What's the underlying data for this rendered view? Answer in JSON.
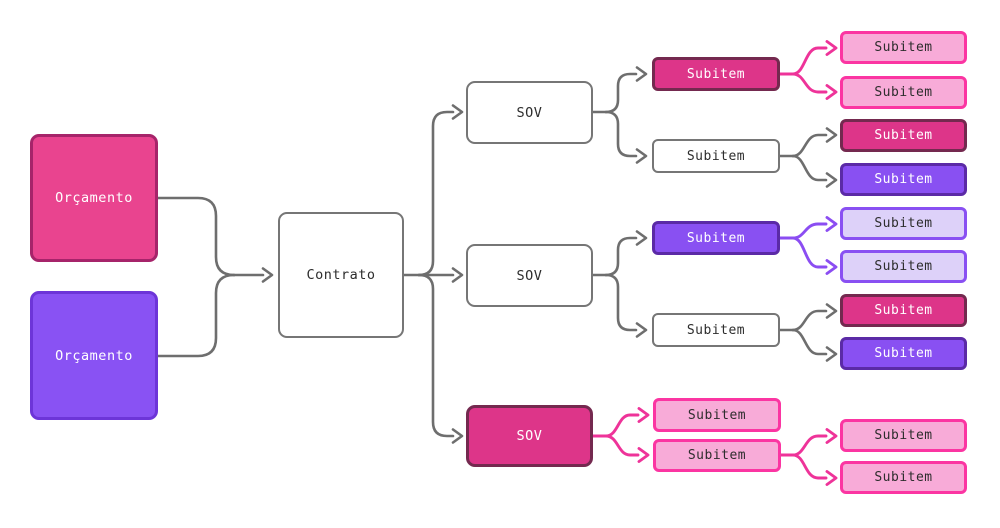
{
  "diagram": {
    "palette": {
      "magenta_fill": "#e9448f",
      "magenta_border_dark": "#a6246a",
      "magenta_small_fill": "#dd3589",
      "magenta_small_border": "#74294f",
      "purple_fill": "#8950f2",
      "purple_border_dark": "#5b2aa6",
      "pink_light_fill": "#f8abd8",
      "pink_light_border": "#fb35a2",
      "lavender_fill": "#ddd1f9",
      "lavender_border": "#8950f2",
      "white_fill": "#ffffff",
      "gray_border": "#767676",
      "edge_gray": "#6e6e6e",
      "edge_pink": "#ee3399",
      "edge_purple": "#8b4df2"
    },
    "nodes": [
      {
        "id": "orcamento-1",
        "label": "Orçamento",
        "variant": "magenta-large"
      },
      {
        "id": "orcamento-2",
        "label": "Orçamento",
        "variant": "purple-large"
      },
      {
        "id": "contrato",
        "label": "Contrato",
        "variant": "white"
      },
      {
        "id": "sov-1",
        "label": "SOV",
        "variant": "white"
      },
      {
        "id": "sov-2",
        "label": "SOV",
        "variant": "white"
      },
      {
        "id": "sov-3",
        "label": "SOV",
        "variant": "magenta"
      },
      {
        "id": "subitem-3a",
        "label": "Subitem",
        "variant": "magenta"
      },
      {
        "id": "subitem-3b",
        "label": "Subitem",
        "variant": "white"
      },
      {
        "id": "subitem-3c",
        "label": "Subitem",
        "variant": "purple"
      },
      {
        "id": "subitem-3d",
        "label": "Subitem",
        "variant": "white"
      },
      {
        "id": "subitem-3e",
        "label": "Subitem",
        "variant": "pink-light"
      },
      {
        "id": "subitem-3f",
        "label": "Subitem",
        "variant": "pink-light"
      },
      {
        "id": "subitem-4a",
        "label": "Subitem",
        "variant": "pink-light"
      },
      {
        "id": "subitem-4b",
        "label": "Subitem",
        "variant": "pink-light"
      },
      {
        "id": "subitem-4c",
        "label": "Subitem",
        "variant": "magenta"
      },
      {
        "id": "subitem-4d",
        "label": "Subitem",
        "variant": "purple"
      },
      {
        "id": "subitem-4e",
        "label": "Subitem",
        "variant": "lavender"
      },
      {
        "id": "subitem-4f",
        "label": "Subitem",
        "variant": "lavender"
      },
      {
        "id": "subitem-4g",
        "label": "Subitem",
        "variant": "magenta"
      },
      {
        "id": "subitem-4h",
        "label": "Subitem",
        "variant": "purple"
      },
      {
        "id": "subitem-4i",
        "label": "Subitem",
        "variant": "pink-light"
      },
      {
        "id": "subitem-4j",
        "label": "Subitem",
        "variant": "pink-light"
      }
    ],
    "edges": [
      {
        "from": "orcamento-1",
        "to": "contrato",
        "color": "gray"
      },
      {
        "from": "orcamento-2",
        "to": "contrato",
        "color": "gray"
      },
      {
        "from": "contrato",
        "to": "sov-1",
        "color": "gray"
      },
      {
        "from": "contrato",
        "to": "sov-2",
        "color": "gray"
      },
      {
        "from": "contrato",
        "to": "sov-3",
        "color": "gray"
      },
      {
        "from": "sov-1",
        "to": "subitem-3a",
        "color": "gray"
      },
      {
        "from": "sov-1",
        "to": "subitem-3b",
        "color": "gray"
      },
      {
        "from": "sov-2",
        "to": "subitem-3c",
        "color": "gray"
      },
      {
        "from": "sov-2",
        "to": "subitem-3d",
        "color": "gray"
      },
      {
        "from": "sov-3",
        "to": "subitem-3e",
        "color": "pink"
      },
      {
        "from": "sov-3",
        "to": "subitem-3f",
        "color": "pink"
      },
      {
        "from": "subitem-3a",
        "to": "subitem-4a",
        "color": "pink"
      },
      {
        "from": "subitem-3a",
        "to": "subitem-4b",
        "color": "pink"
      },
      {
        "from": "subitem-3b",
        "to": "subitem-4c",
        "color": "gray"
      },
      {
        "from": "subitem-3b",
        "to": "subitem-4d",
        "color": "gray"
      },
      {
        "from": "subitem-3c",
        "to": "subitem-4e",
        "color": "purple"
      },
      {
        "from": "subitem-3c",
        "to": "subitem-4f",
        "color": "purple"
      },
      {
        "from": "subitem-3d",
        "to": "subitem-4g",
        "color": "gray"
      },
      {
        "from": "subitem-3d",
        "to": "subitem-4h",
        "color": "gray"
      },
      {
        "from": "subitem-3f",
        "to": "subitem-4i",
        "color": "pink"
      },
      {
        "from": "subitem-3f",
        "to": "subitem-4j",
        "color": "pink"
      }
    ]
  }
}
